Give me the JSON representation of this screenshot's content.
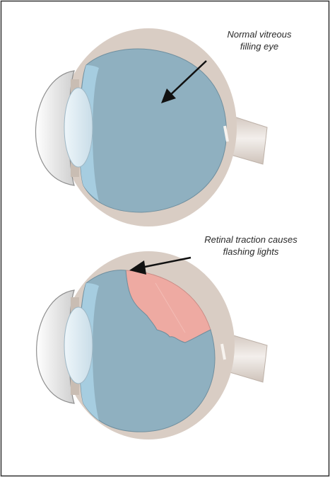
{
  "diagram": {
    "panels": [
      {
        "id": "normal",
        "caption": [
          "Normal vitreous",
          "filling eye"
        ]
      },
      {
        "id": "traction",
        "caption": [
          "Retinal traction causes",
          "flashing lights"
        ]
      }
    ],
    "colors": {
      "vitreous": "#8fb0c0",
      "vitreous_light": "#a6cde0",
      "sclera": "#d9cdc4",
      "cornea": "#f2f2f2",
      "lens": "#dbeaf2",
      "detached_vitreous": "#eeaaa2",
      "arrow": "#111111",
      "frame": "#333333"
    }
  }
}
